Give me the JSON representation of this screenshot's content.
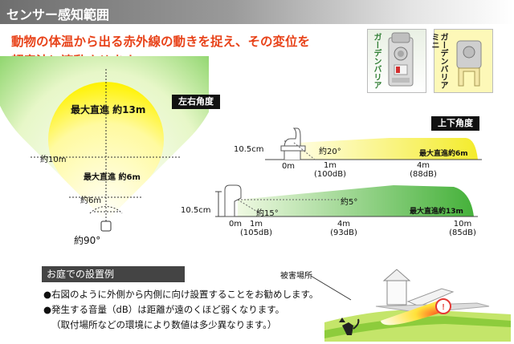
{
  "header": {
    "title": "センサー感知範囲"
  },
  "intro": {
    "line1": "動物の体温から出る赤外線の動きを捉え、その変位を",
    "line2": "超音波に連動させます。"
  },
  "products": [
    {
      "name": "ガーデンバリア"
    },
    {
      "name": "ガーデンバリアミニ"
    }
  ],
  "horizontal": {
    "tag": "左右角度",
    "outer_label": "最大直進 約13m",
    "outer_radius": "約10m",
    "inner_label": "最大直進 約6m",
    "inner_radius": "約6m",
    "angle": "約90°"
  },
  "vertical": {
    "tag": "上下角度",
    "mini": {
      "height": "10.5cm",
      "angle": "約20°",
      "range_label": "最大直進約6m",
      "ticks": [
        {
          "dist": "0m",
          "db": ""
        },
        {
          "dist": "1m",
          "db": "(100dB)"
        },
        {
          "dist": "4m",
          "db": "(88dB)"
        }
      ]
    },
    "full": {
      "height": "10.5cm",
      "angle_upper": "約5°",
      "angle_lower": "約15°",
      "range_label": "最大直進約13m",
      "ticks": [
        {
          "dist": "0m",
          "db": ""
        },
        {
          "dist": "1m",
          "db": "(105dB)"
        },
        {
          "dist": "4m",
          "db": "(93dB)"
        },
        {
          "dist": "10m",
          "db": "(85dB)"
        }
      ]
    }
  },
  "garden": {
    "title": "お庭での設置例",
    "victim_label": "被害場所",
    "note1": "●右図のように外側から内側に向け設置することをお勧めします。",
    "note2": "●発生する音量（dB）は距離が遠のくほど弱くなります。",
    "note3": "（取付場所などの環境により数値は多少異なります。）"
  },
  "colors": {
    "header_grey": "#7a7a7a",
    "accent_red": "#e8431a",
    "fan_green": "#37b12a",
    "fan_yellow": "#fff200"
  }
}
